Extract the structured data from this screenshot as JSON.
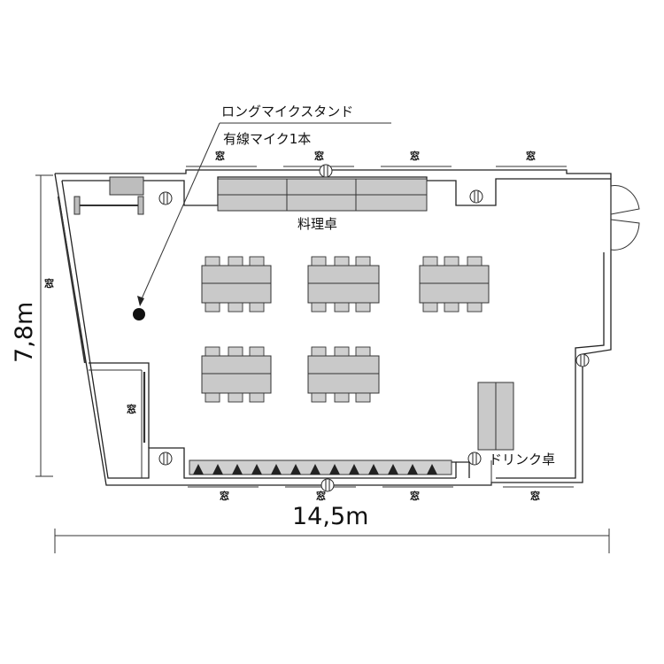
{
  "labels": {
    "mic_stand": "ロングマイクスタンド",
    "wired_mic": "有線マイク1本",
    "cooking_table": "料理卓",
    "drink_table": "ドリンク卓",
    "window": "窓"
  },
  "dimensions": {
    "width": "14,5m",
    "height": "7,8m"
  }
}
